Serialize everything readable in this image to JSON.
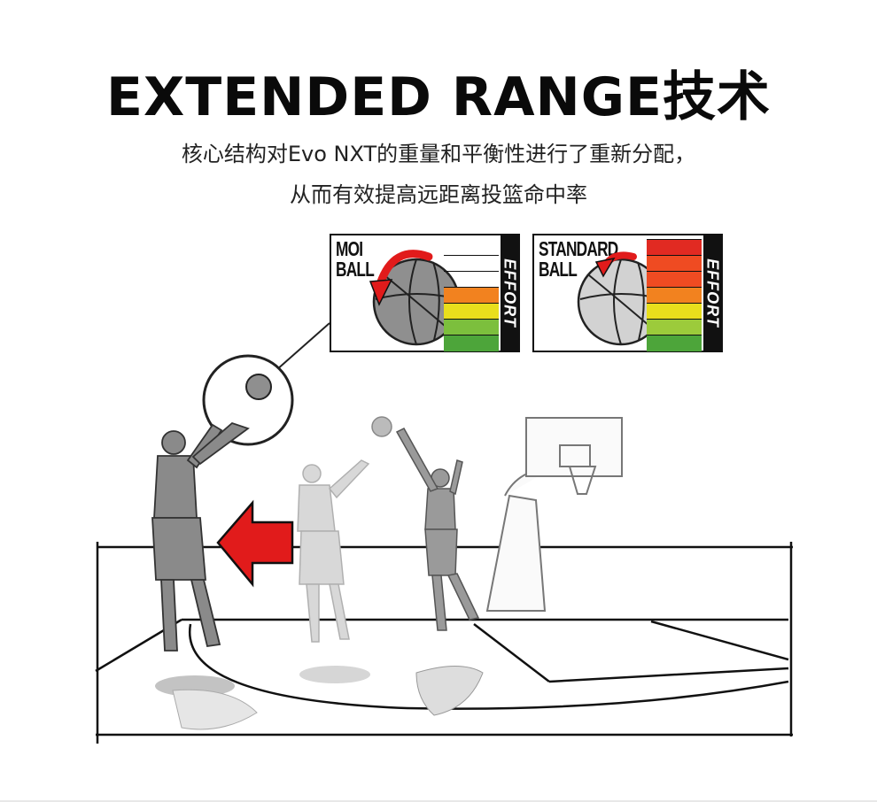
{
  "header": {
    "title": "EXTENDED RANGE技术",
    "subtitle_line1": "核心结构对Evo NXT的重量和平衡性进行了重新分配，",
    "subtitle_line2": "从而有效提高远距离投篮命中率"
  },
  "panels": [
    {
      "label_line1": "MOI",
      "label_line2": "BALL",
      "effort_label": "EFFORT",
      "meter_colors": [
        "#ffffff",
        "#ffffff",
        "#f2821f",
        "#e9df1c",
        "#7cbf3d",
        "#4da53a"
      ]
    },
    {
      "label_line1": "STANDARD",
      "label_line2": "BALL",
      "effort_label": "EFFORT",
      "meter_colors": [
        "#e12a22",
        "#ef4b22",
        "#f2821f",
        "#e9df1c",
        "#9ccb3b",
        "#4da53a"
      ]
    }
  ],
  "colors": {
    "arrow_red": "#e11b1b",
    "ball_gray": "#999999",
    "player_gray": "#8a8a8a"
  }
}
